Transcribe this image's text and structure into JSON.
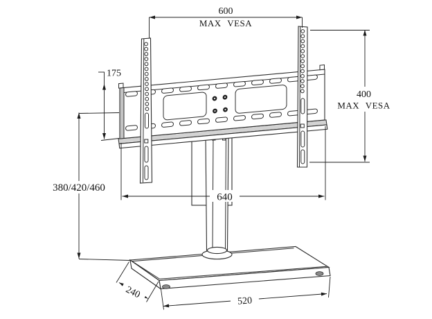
{
  "diagram": {
    "dim_top_width": {
      "value": "600",
      "label": "MAX VESA"
    },
    "dim_right_height": {
      "value": "400",
      "label": "MAX VESA"
    },
    "dim_plate_height": {
      "value": "175"
    },
    "dim_column_heights": {
      "value": "380/420/460"
    },
    "dim_bracket_width": {
      "value": "640"
    },
    "dim_base_depth": {
      "value": "240"
    },
    "dim_base_width": {
      "value": "520"
    }
  }
}
